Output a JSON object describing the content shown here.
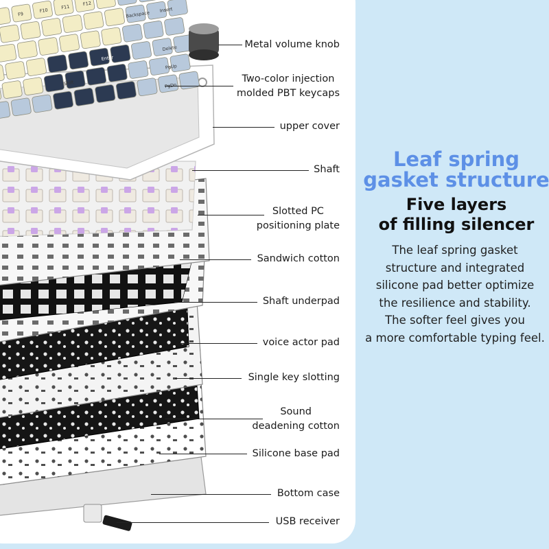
{
  "headline": {
    "title_line1": "Leaf spring",
    "title_line2": "gasket structure",
    "subtitle_line1": "Five layers",
    "subtitle_line2": "of filling silencer"
  },
  "description": [
    "The leaf spring gasket",
    "structure and integrated",
    "silicone pad better optimize",
    "the resilience and stability.",
    "The softer feel gives you",
    "a more comfortable typing feel."
  ],
  "callouts": [
    {
      "lines": [
        "Metal volume knob"
      ]
    },
    {
      "lines": [
        "Two-color injection",
        "molded PBT keycaps"
      ]
    },
    {
      "lines": [
        "upper cover"
      ]
    },
    {
      "lines": [
        "Shaft"
      ]
    },
    {
      "lines": [
        "Slotted PC",
        "positioning plate"
      ]
    },
    {
      "lines": [
        "Sandwich cotton"
      ]
    },
    {
      "lines": [
        "Shaft underpad"
      ]
    },
    {
      "lines": [
        "voice actor pad"
      ]
    },
    {
      "lines": [
        "Single key slotting"
      ]
    },
    {
      "lines": [
        "Sound",
        "deadening cotton"
      ]
    },
    {
      "lines": [
        "Silicone base pad"
      ]
    },
    {
      "lines": [
        "Bottom case"
      ]
    },
    {
      "lines": [
        "USB receiver"
      ]
    }
  ],
  "keycap_legends": [
    "F9",
    "F10",
    "F11",
    "F12",
    "Backspace",
    "Insert",
    "Enter",
    "Delete",
    "Shift",
    "PgUp",
    "PgDn"
  ],
  "colors": {
    "background": "#cfe8f7",
    "accent_blue": "#5d90e6",
    "keycap_cream": "#f3edc6",
    "keycap_light_blue": "#b8c9dc",
    "keycap_navy": "#2c3a52",
    "switch_purple": "#c79ee6"
  }
}
